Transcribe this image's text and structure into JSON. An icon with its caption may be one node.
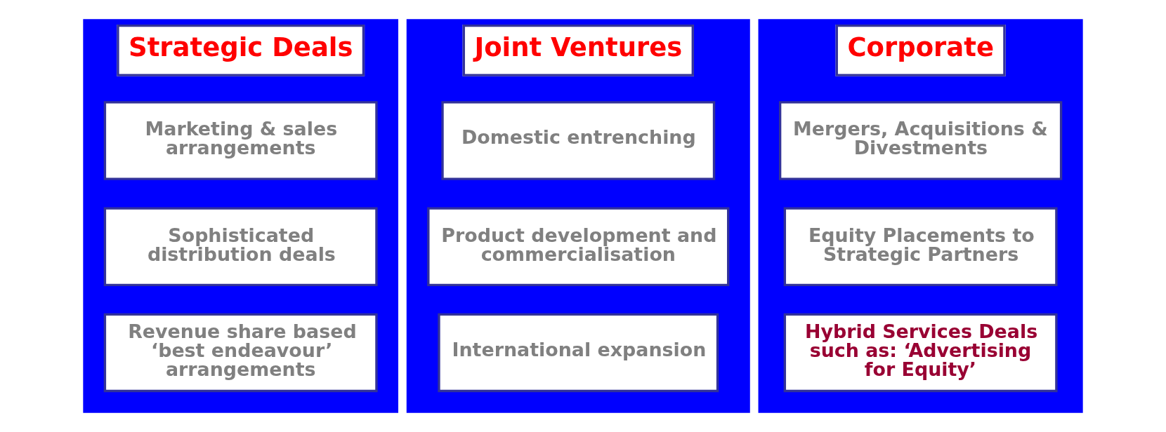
{
  "diagram": {
    "nodes": [
      {
        "text": [
          "Strategic Deals"
        ]
      },
      {
        "text": [
          "Marketing & sales arrangements"
        ],
        "in": 0
      },
      {
        "text": [
          "Sophisticated distribution deals"
        ],
        "in": 0
      },
      {
        "text": [
          "Revenue share based ‘best endeavour’ arrangements"
        ],
        "in": 0
      },
      {
        "text": [
          "Joint Ventures"
        ]
      },
      {
        "text": [
          "Domestic entrenching"
        ],
        "in": 4
      },
      {
        "text": [
          "Product development and commercialisation"
        ],
        "in": 4
      },
      {
        "text": [
          "International expansion"
        ],
        "in": 4
      },
      {
        "text": [
          "Corporate"
        ]
      },
      {
        "text": [
          "Mergers, Acquisitions & Divestments"
        ],
        "in": 8
      },
      {
        "text": [
          "Equity Placements to Strategic Partners"
        ],
        "in": 8
      },
      {
        "text": [
          "Hybrid Services Deals such as: ‘Advertising for Equity’"
        ],
        "in": 8
      }
    ],
    "edges": []
  }
}
